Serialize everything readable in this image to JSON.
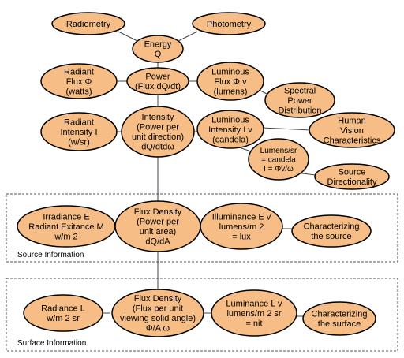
{
  "colors": {
    "node_fill": "#f6be86",
    "node_stroke": "#000000",
    "edge": "#444444",
    "section_border": "#555555"
  },
  "nodes": {
    "radiometry": [
      "Radiometry"
    ],
    "photometry": [
      "Photometry"
    ],
    "energy": [
      "Energy",
      "Q"
    ],
    "radiant_flux": [
      "Radiant",
      "Flux Φ",
      "(watts)"
    ],
    "power": [
      "Power",
      "(Flux dQ/dt)"
    ],
    "luminous_flux": [
      "Luminous",
      "Flux Φ v",
      "(lumens)"
    ],
    "spectral_power": [
      "Spectral",
      "Power",
      "Distribution"
    ],
    "human_vision": [
      "Human",
      "Vision",
      "Characteristics"
    ],
    "radiant_intensity": [
      "Radiant",
      "Intensity I",
      "(w/sr)"
    ],
    "intensity": [
      "Intensity",
      "(Power per",
      "unit direction)",
      "dQ/dtdω"
    ],
    "luminous_intensity": [
      "Luminous",
      "Intensity I v",
      "(candela)"
    ],
    "lumens_sr": [
      "Lumens/sr",
      "= candela",
      "I  = Φv/ω"
    ],
    "source_directionality": [
      "Source",
      "Directionality"
    ],
    "irradiance": [
      "Irradiance E",
      "Radiant Exitance M",
      "w/m 2"
    ],
    "flux_density_source": [
      "Flux Density",
      "(Power per",
      "unit area)",
      "dQ/dA"
    ],
    "illuminance": [
      "Illuminance E v",
      "lumens/m 2",
      "= lux"
    ],
    "characterizing_source": [
      "Characterizing",
      "the source"
    ],
    "radiance": [
      "Radiance L",
      "w/m 2  sr"
    ],
    "flux_density_surface": [
      "Flux Density",
      "(Flux per unit",
      "viewing solid angle)",
      "Φ/A  ω"
    ],
    "luminance": [
      "Luminance L v",
      "lumens/m 2  sr",
      "= nit"
    ],
    "characterizing_surface": [
      "Characterizing",
      "the surface"
    ]
  },
  "sections": {
    "source": "Source Information",
    "surface": "Surface Information"
  }
}
